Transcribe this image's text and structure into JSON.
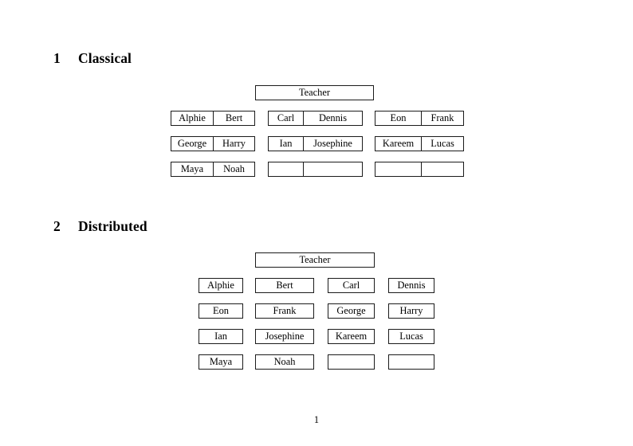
{
  "document": {
    "page_number": "1"
  },
  "sections": [
    {
      "number": "1",
      "title": "Classical",
      "teacher": {
        "label": "Teacher"
      },
      "groups": [
        {
          "rows": [
            {
              "left": "Alphie",
              "right": "Bert"
            },
            {
              "left": "George",
              "right": "Harry"
            },
            {
              "left": "Maya",
              "right": "Noah"
            }
          ]
        },
        {
          "rows": [
            {
              "left": "Carl",
              "right": "Dennis"
            },
            {
              "left": "Ian",
              "right": "Josephine"
            },
            {
              "left": "",
              "right": ""
            }
          ]
        },
        {
          "rows": [
            {
              "left": "Eon",
              "right": "Frank"
            },
            {
              "left": "Kareem",
              "right": "Lucas"
            },
            {
              "left": "",
              "right": ""
            }
          ]
        }
      ]
    },
    {
      "number": "2",
      "title": "Distributed",
      "teacher": {
        "label": "Teacher"
      },
      "rows": [
        {
          "cells": [
            "Alphie",
            "Bert",
            "Carl",
            "Dennis"
          ]
        },
        {
          "cells": [
            "Eon",
            "Frank",
            "George",
            "Harry"
          ]
        },
        {
          "cells": [
            "Ian",
            "Josephine",
            "Kareem",
            "Lucas"
          ]
        },
        {
          "cells": [
            "Maya",
            "Noah",
            "",
            ""
          ]
        }
      ]
    }
  ]
}
